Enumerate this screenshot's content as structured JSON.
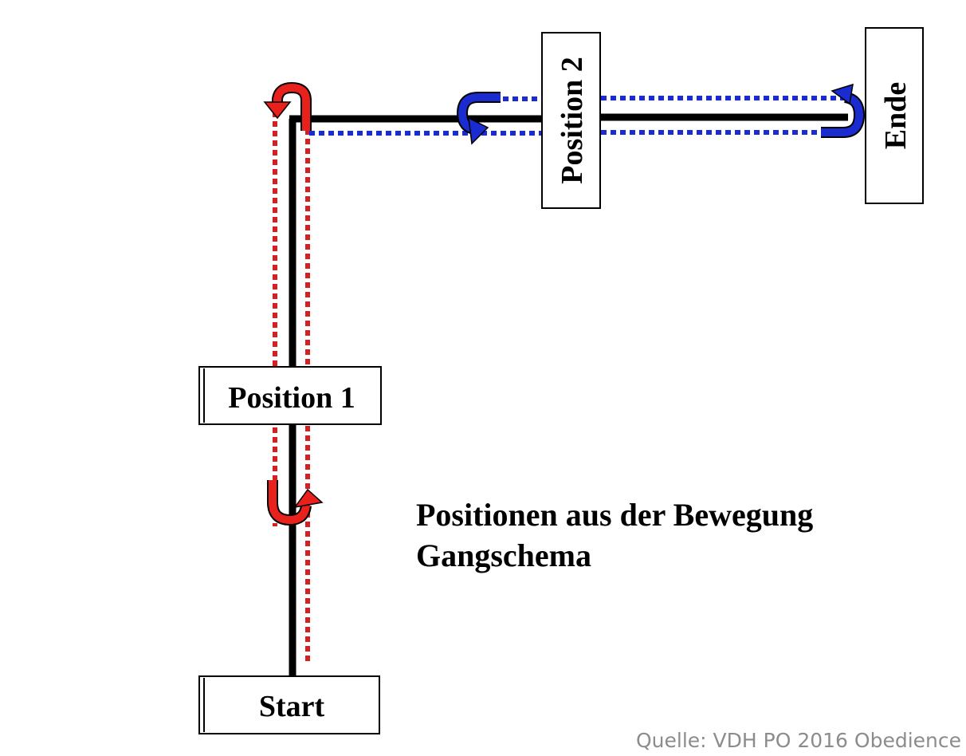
{
  "labels": {
    "start": "Start",
    "position1": "Position 1",
    "position2": "Position 2",
    "end": "Ende"
  },
  "caption": {
    "line1": "Positionen aus der Bewegung",
    "line2": "Gangschema"
  },
  "source": "Quelle: VDH PO 2016 Obedience",
  "colors": {
    "path": "#000000",
    "outbound_turn": "#e8211c",
    "return_turn": "#1a2ccf",
    "dotted_red": "#d42020",
    "dotted_blue": "#1a2ccf",
    "source_text": "#8c8c8c"
  }
}
